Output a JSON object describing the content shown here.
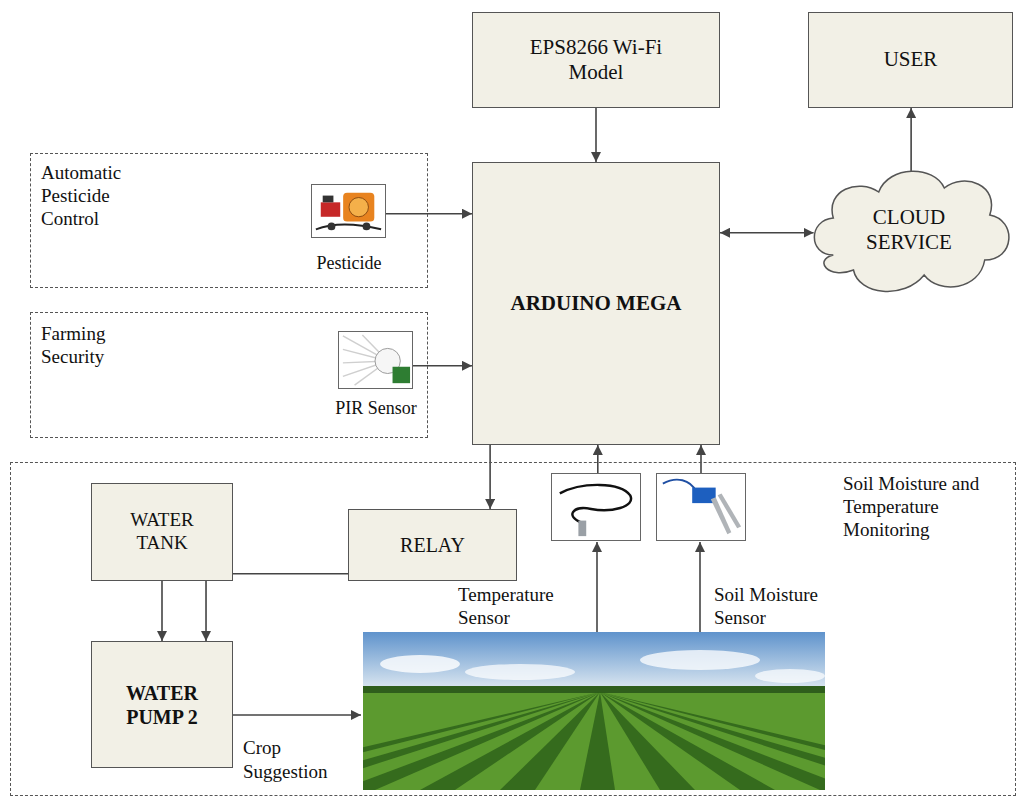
{
  "diagram": {
    "nodes": [
      {
        "text": [
          "EPS8266 Wi-Fi Model"
        ]
      },
      {
        "text": [
          "USER"
        ]
      },
      {
        "text": [
          "Automatic Pesticide Control"
        ]
      },
      {
        "text": [
          "Pesticide"
        ],
        "in": 2
      },
      {
        "text": [
          "ARDUINO MEGA"
        ]
      },
      {
        "text": [
          "CLOUD SERVICE"
        ]
      },
      {
        "text": [
          "Farming Security"
        ]
      },
      {
        "text": [
          "PIR Sensor"
        ],
        "in": 6
      },
      {
        "text": [
          "Soil Moisture and Temperature Monitoring"
        ]
      },
      {
        "text": [
          "WATER TANK"
        ],
        "in": 8
      },
      {
        "text": [
          "RELAY"
        ],
        "in": 8
      },
      {
        "text": [
          "Temperature Sensor"
        ],
        "in": 8
      },
      {
        "text": [
          "Soil Moisture Sensor"
        ],
        "in": 8
      },
      {
        "text": [
          "WATER PUMP 2"
        ],
        "in": 8
      }
    ],
    "edges": [
      {
        "from": 0,
        "to": 4,
        "arrow": "to"
      },
      {
        "from": 5,
        "to": 1,
        "arrow": "to"
      },
      {
        "from": 3,
        "to": 4,
        "arrow": "to"
      },
      {
        "from": 4,
        "to": 5,
        "arrow": "both"
      },
      {
        "from": 7,
        "to": 4,
        "arrow": "to"
      },
      {
        "from": 4,
        "to": 10,
        "arrow": "to"
      },
      {
        "from": 11,
        "to": 4,
        "arrow": "to"
      },
      {
        "from": 12,
        "to": 4,
        "arrow": "to"
      },
      {
        "from": 9,
        "to": 13,
        "arrow": "to"
      },
      {
        "from": 10,
        "to": 13,
        "arrow": "to"
      }
    ],
    "labels": [
      "Crop Suggestion"
    ]
  }
}
